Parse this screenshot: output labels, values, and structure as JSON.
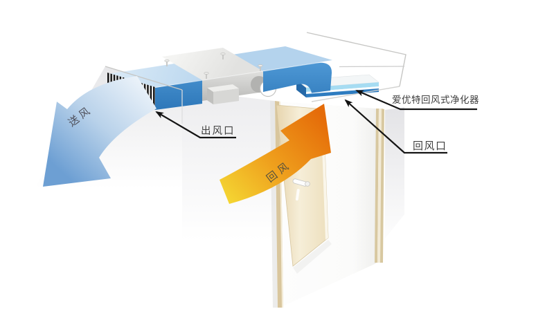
{
  "labels": {
    "supply_air": "送风",
    "return_air": "回风",
    "air_outlet": "出风口",
    "return_air_inlet": "回风口",
    "purifier_name": "爱优特回风式净化器"
  },
  "colors": {
    "duct_blue": "#2e7cc0",
    "duct_top_blue": "#c7dff2",
    "supply_arrow_blue": "#6d9fd3",
    "return_arrow_orange": "#e56c09",
    "return_arrow_yellow": "#f4d432",
    "purifier_panel_blue": "#a6dcf2",
    "metal_gray": "#c9c9c7",
    "door_beige": "#ead9b6",
    "leader_black": "#1a1a1a",
    "wall_gray": "#e9e9eb"
  }
}
